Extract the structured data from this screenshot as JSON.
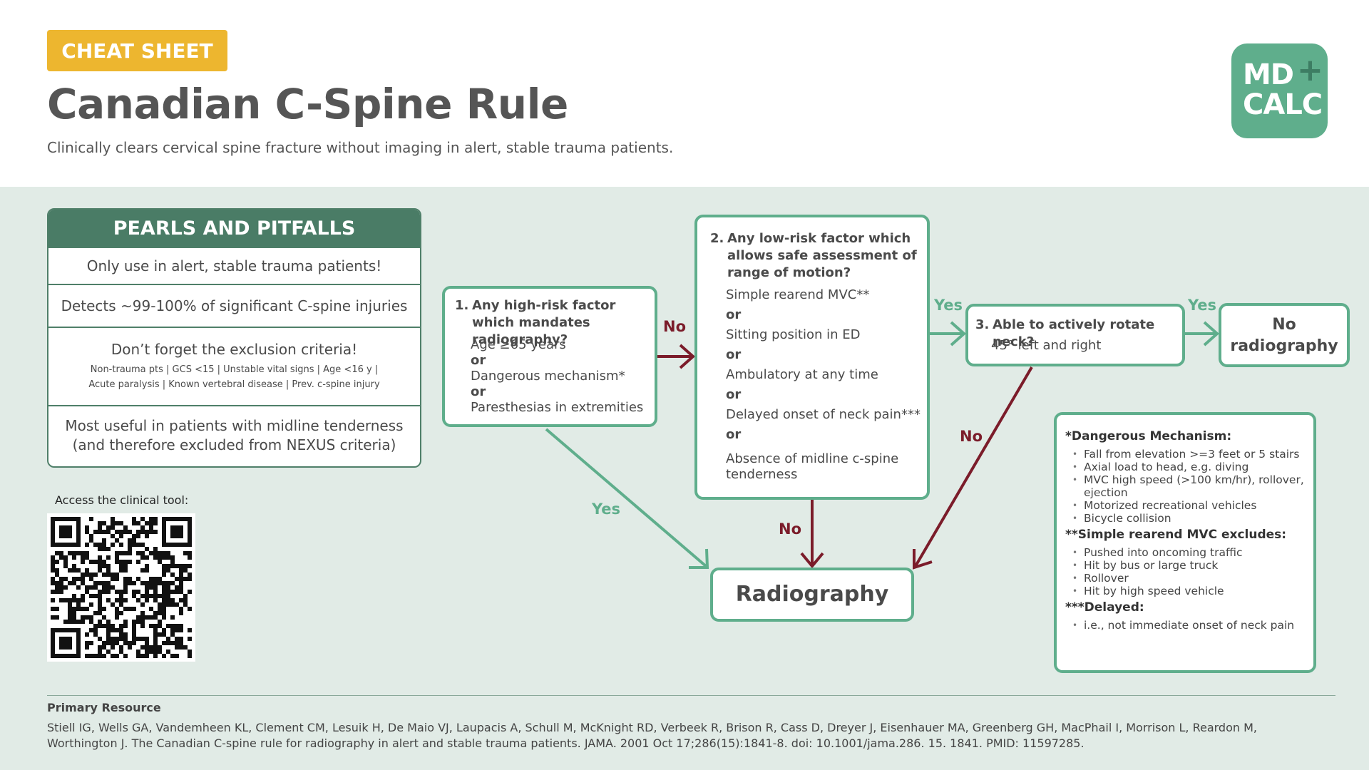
{
  "header": {
    "badge": "CHEAT SHEET",
    "title": "Canadian C-Spine Rule",
    "subtitle": "Clinically clears cervical spine fracture without imaging in alert, stable trauma patients.",
    "logo_line1": "MD",
    "logo_line2": "CALC",
    "logo_plus": "+"
  },
  "pearls": {
    "heading": "PEARLS AND PITFALLS",
    "item1": "Only use in alert, stable trauma patients!",
    "item2": "Detects ~99-100% of significant C-spine injuries",
    "item3": "Don’t forget the exclusion criteria!",
    "item3_detail_line1": "Non-trauma pts | GCS <15 | Unstable vital signs | Age <16 y |",
    "item3_detail_line2": "Acute paralysis | Known vertebral disease | Prev. c-spine injury",
    "item4_line1": "Most useful in patients with midline tenderness",
    "item4_line2": "(and therefore excluded from NEXUS criteria)"
  },
  "access_label": "Access the clinical tool:",
  "flow": {
    "step1": {
      "num": "1.",
      "question": "Any high-risk factor which mandates radiography?",
      "options": [
        "Age ≥65 years",
        "Dangerous mechanism*",
        "Paresthesias in extremities"
      ],
      "or": "or"
    },
    "step2": {
      "num": "2.",
      "question": "Any low-risk factor which allows safe assessment of range of motion?",
      "options": [
        "Simple rearend MVC**",
        "Sitting position in ED",
        "Ambulatory at any time",
        "Delayed onset of neck pain***",
        "Absence of midline c-spine tenderness"
      ],
      "or": "or"
    },
    "step3": {
      "num": "3.",
      "question": "Able to actively rotate neck?",
      "detail": "45° left and right"
    },
    "no_radiography": "No radiography",
    "radiography": "Radiography",
    "labels": {
      "step1_no": "No",
      "step1_yes": "Yes",
      "step2_yes": "Yes",
      "step2_no": "No",
      "step3_yes": "Yes",
      "step3_no": "No"
    },
    "colors": {
      "yes": "#5fae8c",
      "no": "#7b1c2a"
    }
  },
  "notes": {
    "dangerous_heading": "*Dangerous Mechanism:",
    "dangerous_items": [
      "Fall from elevation >=3 feet or 5 stairs",
      "Axial load to head, e.g. diving",
      "MVC high speed (>100 km/hr), rollover, ejection",
      "Motorized recreational vehicles",
      "Bicycle collision"
    ],
    "simple_heading": "**Simple rearend MVC excludes:",
    "simple_items": [
      "Pushed into oncoming traffic",
      "Hit by bus or large truck",
      "Rollover",
      "Hit by high speed vehicle"
    ],
    "delayed_heading": "***Delayed:",
    "delayed_items": [
      "i.e., not immediate onset of neck pain"
    ]
  },
  "footer": {
    "heading": "Primary Resource",
    "citation": "Stiell IG, Wells GA, Vandemheen KL, Clement CM, Lesuik H, De Maio VJ, Laupacis A, Schull M, McKnight RD, Verbeek R, Brison R, Cass D, Dreyer J, Eisenhauer MA, Greenberg GH, MacPhail I, Morrison L, Reardon M, Worthington J. The Canadian C-spine rule for radiography in alert and stable trauma patients. JAMA. 2001 Oct 17;286(15):1841-8. doi: 10.1001/jama.286. 15. 1841. PMID: 11597285."
  }
}
